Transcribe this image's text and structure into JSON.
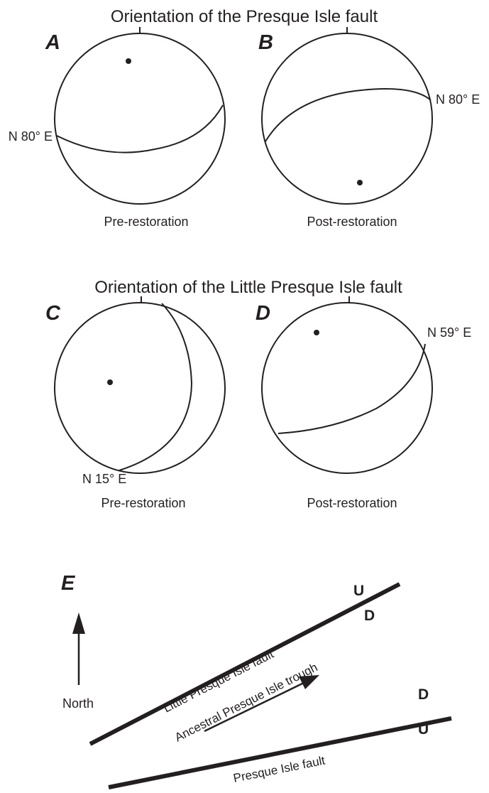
{
  "titles": {
    "presque_isle": "Orientation of the Presque Isle fault",
    "little_presque_isle": "Orientation of the Little Presque Isle fault"
  },
  "panels": {
    "A": {
      "letter": "A",
      "strike": "N 80° E",
      "caption": "Pre-restoration"
    },
    "B": {
      "letter": "B",
      "strike": "N 80° E",
      "caption": "Post-restoration"
    },
    "C": {
      "letter": "C",
      "strike": "N 15° E",
      "caption": "Pre-restoration"
    },
    "D": {
      "letter": "D",
      "strike": "N 59° E",
      "caption": "Post-restoration"
    },
    "E": {
      "letter": "E"
    }
  },
  "map": {
    "north_label": "North",
    "little_presque_isle_fault": "Little Presque Isle fault",
    "presque_isle_fault": "Presque Isle fault",
    "trough": "Ancestral Presque Isle trough",
    "upper_fault_up": "U",
    "upper_fault_down": "D",
    "lower_fault_down": "D",
    "lower_fault_up": "U"
  },
  "colors": {
    "ink": "#231f20",
    "background": "#ffffff"
  }
}
